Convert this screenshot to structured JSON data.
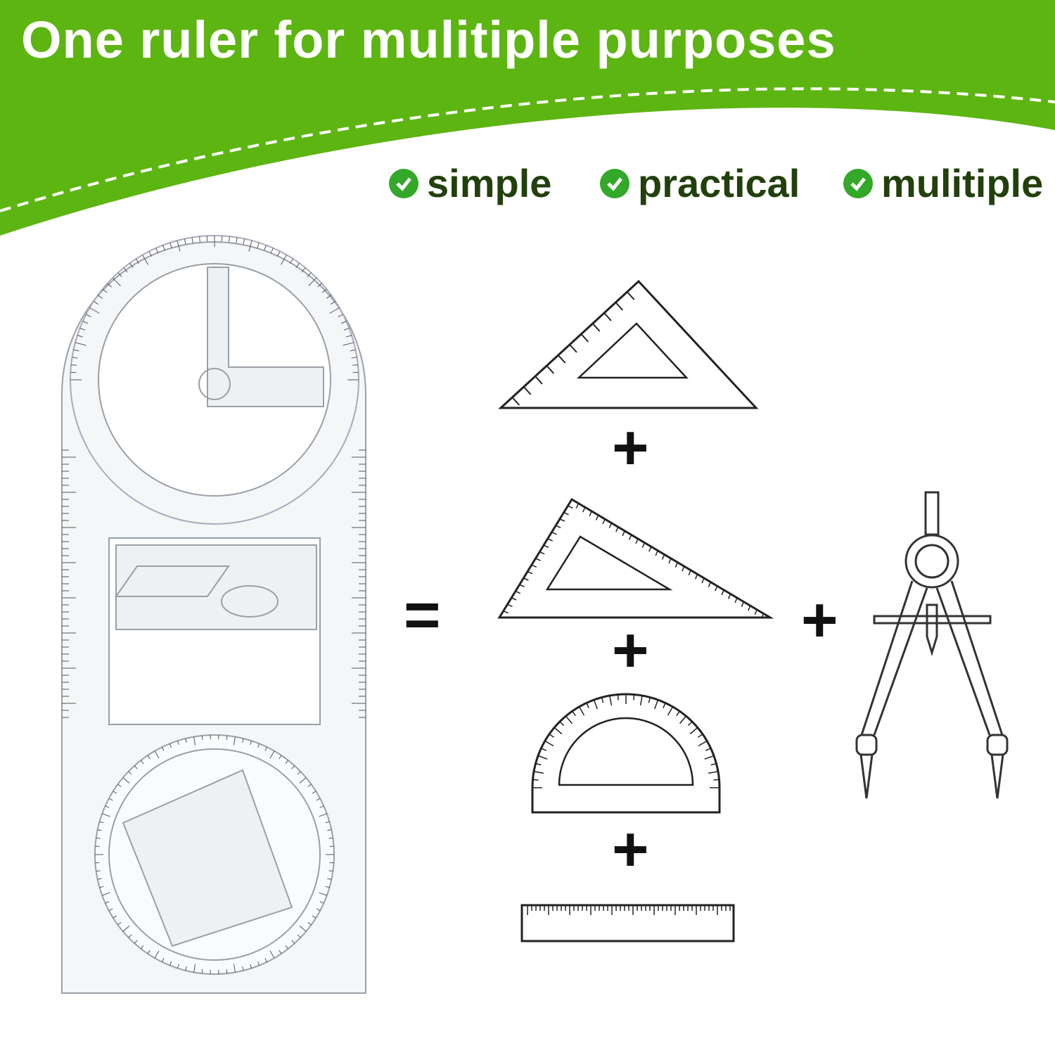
{
  "banner": {
    "title": "One ruler for mulitiple purposes",
    "color": "#5db512",
    "text_color": "#ffffff"
  },
  "features": [
    {
      "label": "simple",
      "icon": "check-circle-icon"
    },
    {
      "label": "practical",
      "icon": "check-circle-icon"
    },
    {
      "label": "mulitiple",
      "icon": "check-circle-icon"
    }
  ],
  "colors": {
    "feature_text": "#22400c",
    "check": "#33a829",
    "outline": "#222222"
  },
  "symbols": {
    "equals": "=",
    "plus": "+"
  },
  "equivalents": [
    "set-square-45",
    "set-square-30-60",
    "protractor",
    "straight-ruler",
    "compass"
  ]
}
